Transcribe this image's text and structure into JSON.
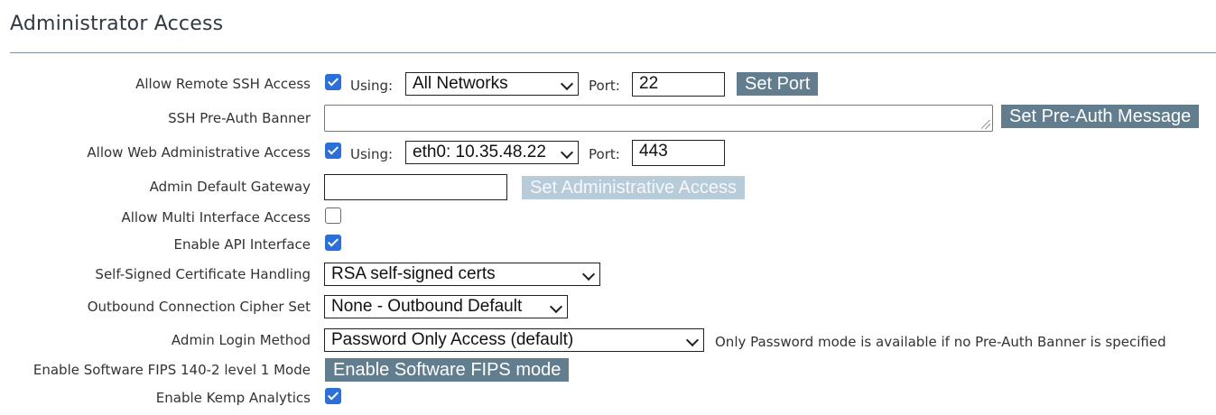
{
  "section": {
    "title": "Administrator Access"
  },
  "rows": {
    "ssh": {
      "label": "Allow Remote SSH Access",
      "checked": true,
      "using_label": "Using:",
      "network_value": "All Networks",
      "port_label": "Port:",
      "port_value": "22",
      "set_port_label": "Set Port"
    },
    "banner": {
      "label": "SSH Pre-Auth Banner",
      "value": "",
      "button_label": "Set Pre-Auth Message"
    },
    "web": {
      "label": "Allow Web Administrative Access",
      "checked": true,
      "using_label": "Using:",
      "interface_value": "eth0: 10.35.48.22",
      "port_label": "Port:",
      "port_value": "443"
    },
    "gateway": {
      "label": "Admin Default Gateway",
      "value": "",
      "button_label": "Set Administrative Access"
    },
    "multi": {
      "label": "Allow Multi Interface Access",
      "checked": false
    },
    "api": {
      "label": "Enable API Interface",
      "checked": true
    },
    "cert": {
      "label": "Self-Signed Certificate Handling",
      "value": "RSA self-signed certs"
    },
    "cipher": {
      "label": "Outbound Connection Cipher Set",
      "value": "None - Outbound Default"
    },
    "login": {
      "label": "Admin Login Method",
      "value": "Password Only Access (default)",
      "note": "Only Password mode is available if no Pre-Auth Banner is specified"
    },
    "fips": {
      "label": "Enable Software FIPS 140-2 level 1 Mode",
      "button_label": "Enable Software FIPS mode"
    },
    "analytics": {
      "label": "Enable Kemp Analytics",
      "checked": true
    }
  },
  "colors": {
    "accent_button": "#617d8e",
    "disabled_button": "#b7cbd9",
    "checkbox": "#2d6fd9",
    "divider": "#7d95a6"
  }
}
